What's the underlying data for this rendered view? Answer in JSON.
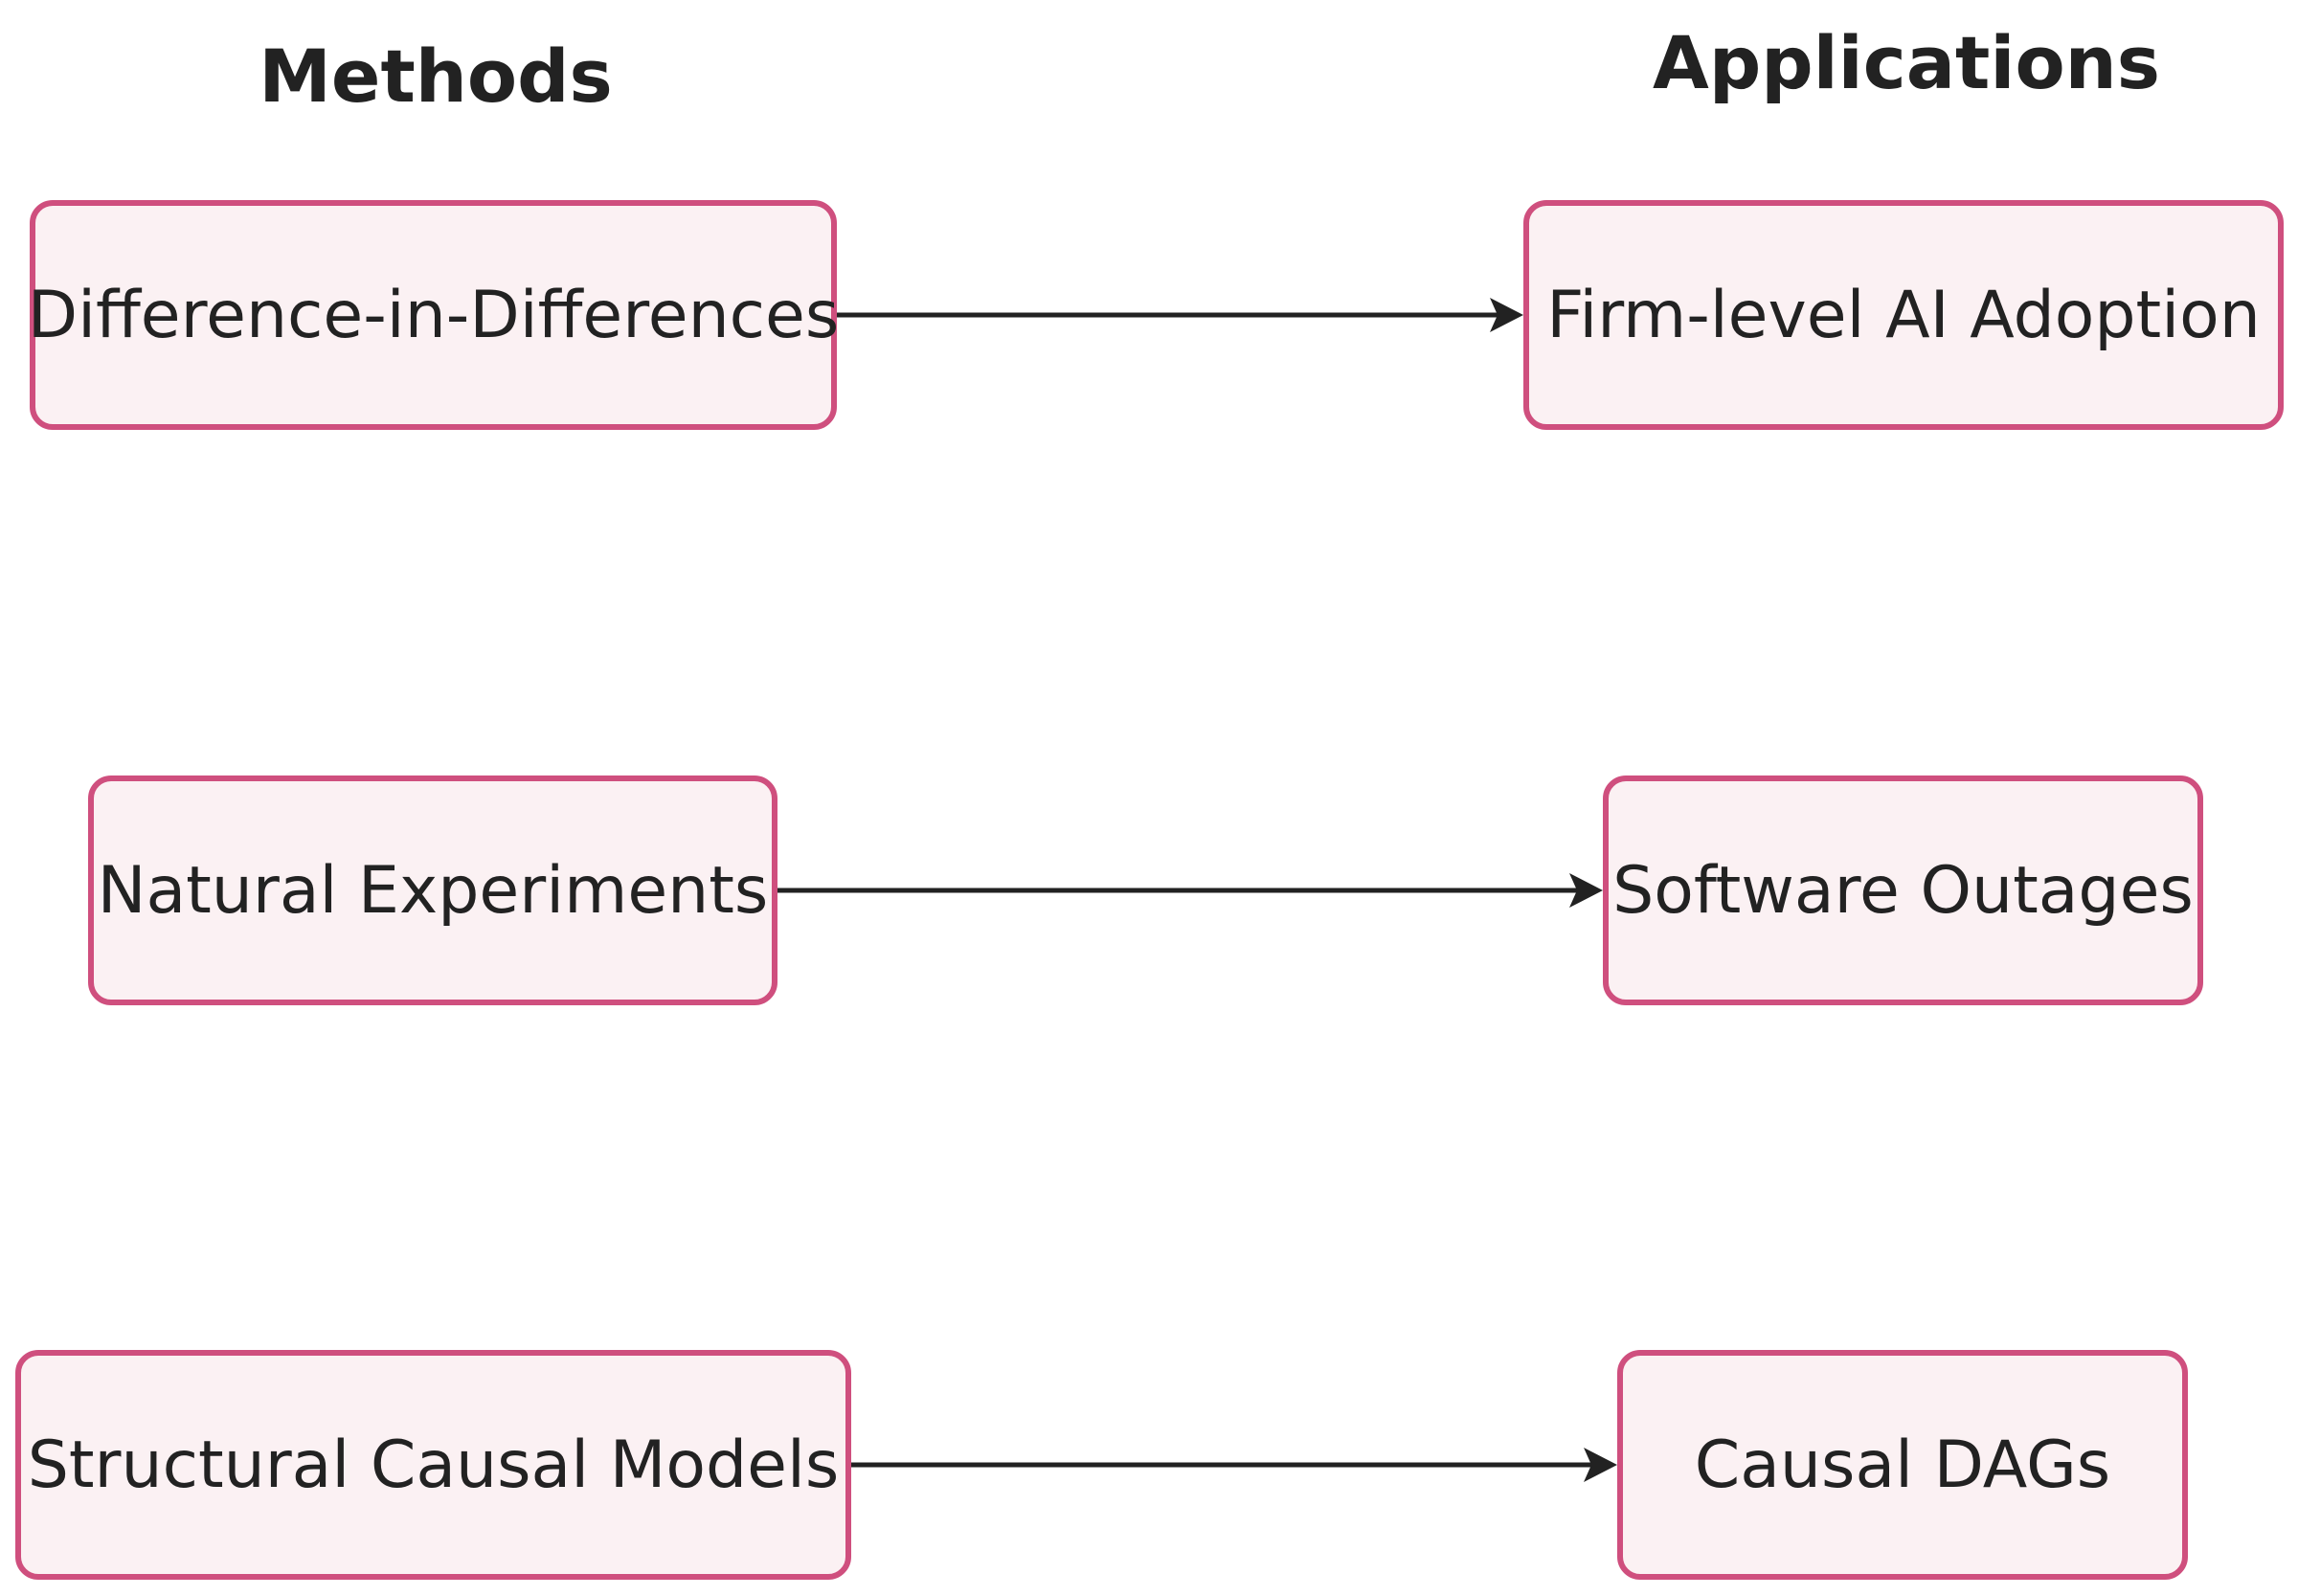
{
  "headers": {
    "methods": "Methods",
    "applications": "Applications"
  },
  "methods": [
    "Difference-in-Differences",
    "Natural Experiments",
    "Structural Causal Models"
  ],
  "applications": [
    "Firm-level AI Adoption",
    "Software Outages",
    "Causal DAGs"
  ],
  "colors": {
    "node_border": "#cf4f7e",
    "node_fill": "#fbf1f3",
    "arrow": "#222222",
    "text": "#222222"
  }
}
